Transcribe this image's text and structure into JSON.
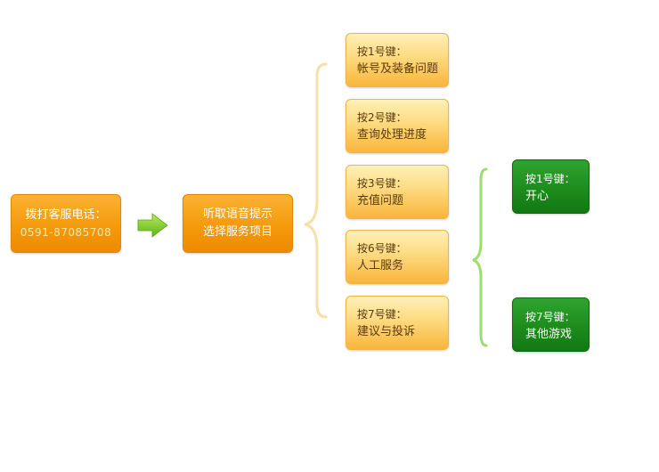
{
  "colors": {
    "orange": "#f49a0c",
    "light_orange": "#fddd85",
    "green": "#1d8c1d",
    "arrow": "#7ecb2b",
    "bracket_orange": "#f8dfa6",
    "bracket_green": "#9fdc6e"
  },
  "start": {
    "line1": "拨打客服电话：",
    "line2": "0591-87085708"
  },
  "arrow_icon": "right-arrow-icon",
  "voice": {
    "line1": "听取语音提示",
    "line2": "选择服务项目"
  },
  "options": [
    {
      "key": "按1号键：",
      "label": "帐号及装备问题"
    },
    {
      "key": "按2号键：",
      "label": "查询处理进度"
    },
    {
      "key": "按3号键：",
      "label": "充值问题"
    },
    {
      "key": "按6号键：",
      "label": "人工服务"
    },
    {
      "key": "按7号键：",
      "label": "建议与投诉"
    }
  ],
  "sub_options": [
    {
      "key": "按1号键：",
      "label": "开心"
    },
    {
      "key": "按7号键：",
      "label": "其他游戏"
    }
  ]
}
